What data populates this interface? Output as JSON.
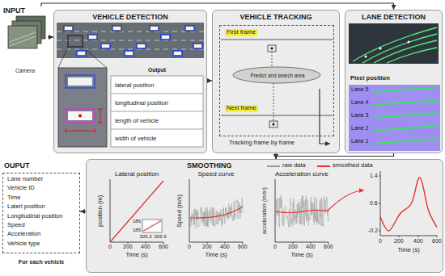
{
  "diagram": {
    "nodes": [
      {
        "text": [
          "INPUT",
          "Camera"
        ]
      },
      {
        "text": [
          "VEHICLE DETECTION"
        ]
      },
      {
        "text": [
          "Output",
          "lateral position",
          "longitudinal position",
          "length of vehicle",
          "width of vehicle"
        ],
        "in": 1
      },
      {
        "text": [
          "VEHICLE TRACKING",
          "Tracking frame by frame"
        ]
      },
      {
        "text": [
          "First frame",
          "Predict and search area",
          "Next frame"
        ],
        "in": 3
      },
      {
        "text": [
          "LANE DETECTION"
        ]
      },
      {
        "text": [
          "Pixel position",
          "Lane 5",
          "Lane 4",
          "Lane 3",
          "Lane 2",
          "Lane 1"
        ],
        "in": 5
      },
      {
        "text": [
          "OUPUT",
          "Lane number",
          "Vehicle ID",
          "Time",
          "Laterl position",
          "Longitudinal position",
          "Speed",
          "Acceleration",
          "Vehicle type",
          "For each vehicle"
        ]
      },
      {
        "text": [
          "SMOOTHING"
        ]
      }
    ],
    "edges": [
      {
        "from": 0,
        "to": 1,
        "arrow": "to"
      },
      {
        "from": 0,
        "to": 5,
        "arrow": "to"
      },
      {
        "from": 1,
        "to": 3,
        "arrow": "to"
      },
      {
        "from": 3,
        "to": 8,
        "arrow": "to"
      },
      {
        "from": 5,
        "to": 8,
        "arrow": "to"
      },
      {
        "from": 8,
        "to": 7,
        "arrow": "to"
      }
    ],
    "labels": [
      "Lateral position",
      "position (m)",
      "Time (s)",
      "0",
      "200",
      "400",
      "600",
      "186",
      "185",
      "305.3",
      "305.9",
      "Speed curve",
      "Speed (m/s)",
      "Time (s)",
      "0",
      "200",
      "400",
      "600",
      "Acceleration curve",
      "acceleration (m/s²)",
      "Time (s)",
      "0",
      "200",
      "400",
      "600",
      "1.4",
      "0.6",
      "-0.2",
      "Time (s)",
      "0",
      "200",
      "400",
      "600"
    ],
    "legend": [
      {
        "text": "raw data",
        "color": "#9a9a9a"
      },
      {
        "text": "smoothed data",
        "color": "#e8312f"
      }
    ]
  }
}
